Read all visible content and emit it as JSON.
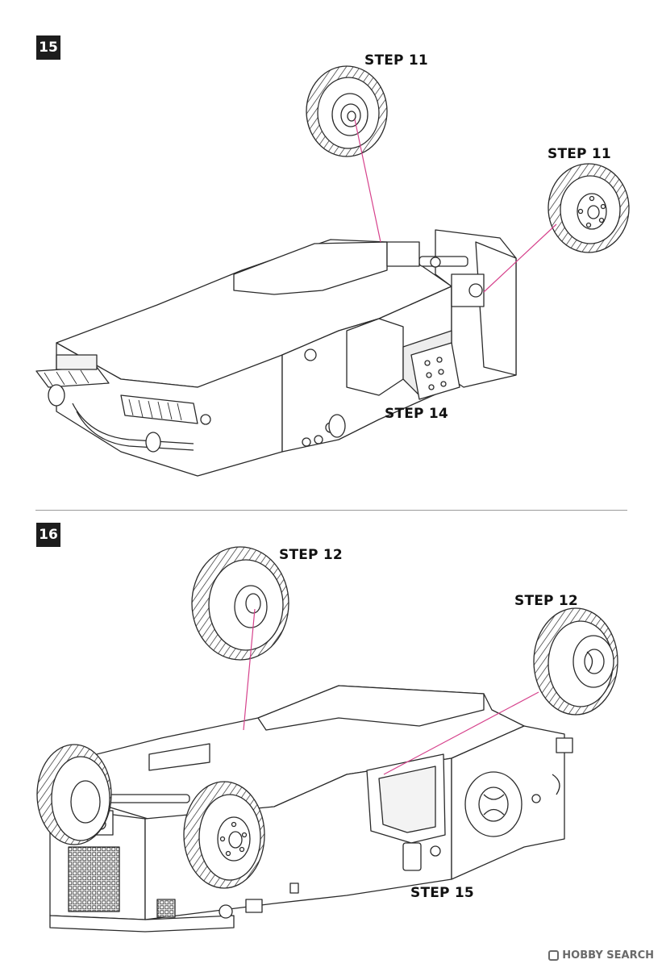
{
  "steps": {
    "top": {
      "number": "15",
      "callouts": {
        "wheel_left": "STEP 11",
        "wheel_right": "STEP 11",
        "body": "STEP 14"
      }
    },
    "bottom": {
      "number": "16",
      "callouts": {
        "wheel_left": "STEP 12",
        "wheel_right": "STEP 12",
        "body": "STEP 15"
      }
    }
  },
  "watermark": {
    "text": "HOBBY SEARCH"
  },
  "colors": {
    "leader_line": "#d6428c",
    "line_art": "#2a2a2a"
  }
}
